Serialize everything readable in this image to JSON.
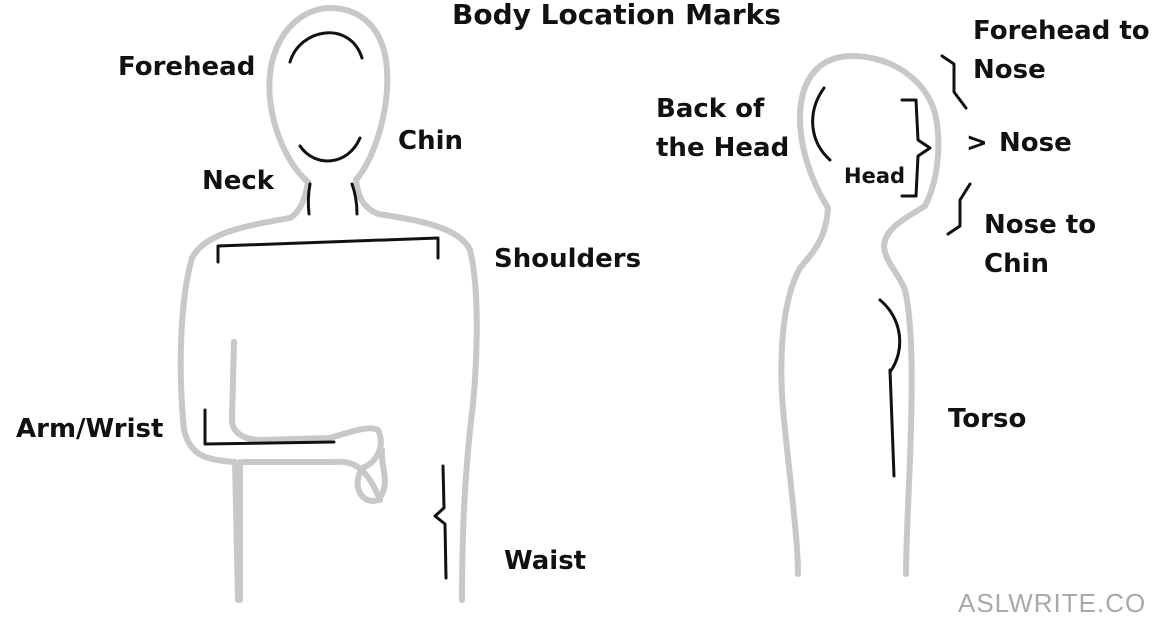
{
  "title": "Body Location Marks",
  "labels": {
    "forehead": "Forehead",
    "chin": "Chin",
    "neck": "Neck",
    "shoulders": "Shoulders",
    "arm_wrist": "Arm/Wrist",
    "waist": "Waist",
    "back_of_head_line1": "Back of",
    "back_of_head_line2": "the Head",
    "head": "Head",
    "forehead_to_nose_line1": "Forehead to",
    "forehead_to_nose_line2": "Nose",
    "nose_symbol": ">",
    "nose": "Nose",
    "nose_to_chin_line1": "Nose to",
    "nose_to_chin_line2": "Chin",
    "torso": "Torso"
  },
  "watermark": "ASLWRITE.CO",
  "colors": {
    "outline": "#c8c8c8",
    "marks": "#111111",
    "watermark": "#a9a9a9",
    "background": "#ffffff"
  }
}
